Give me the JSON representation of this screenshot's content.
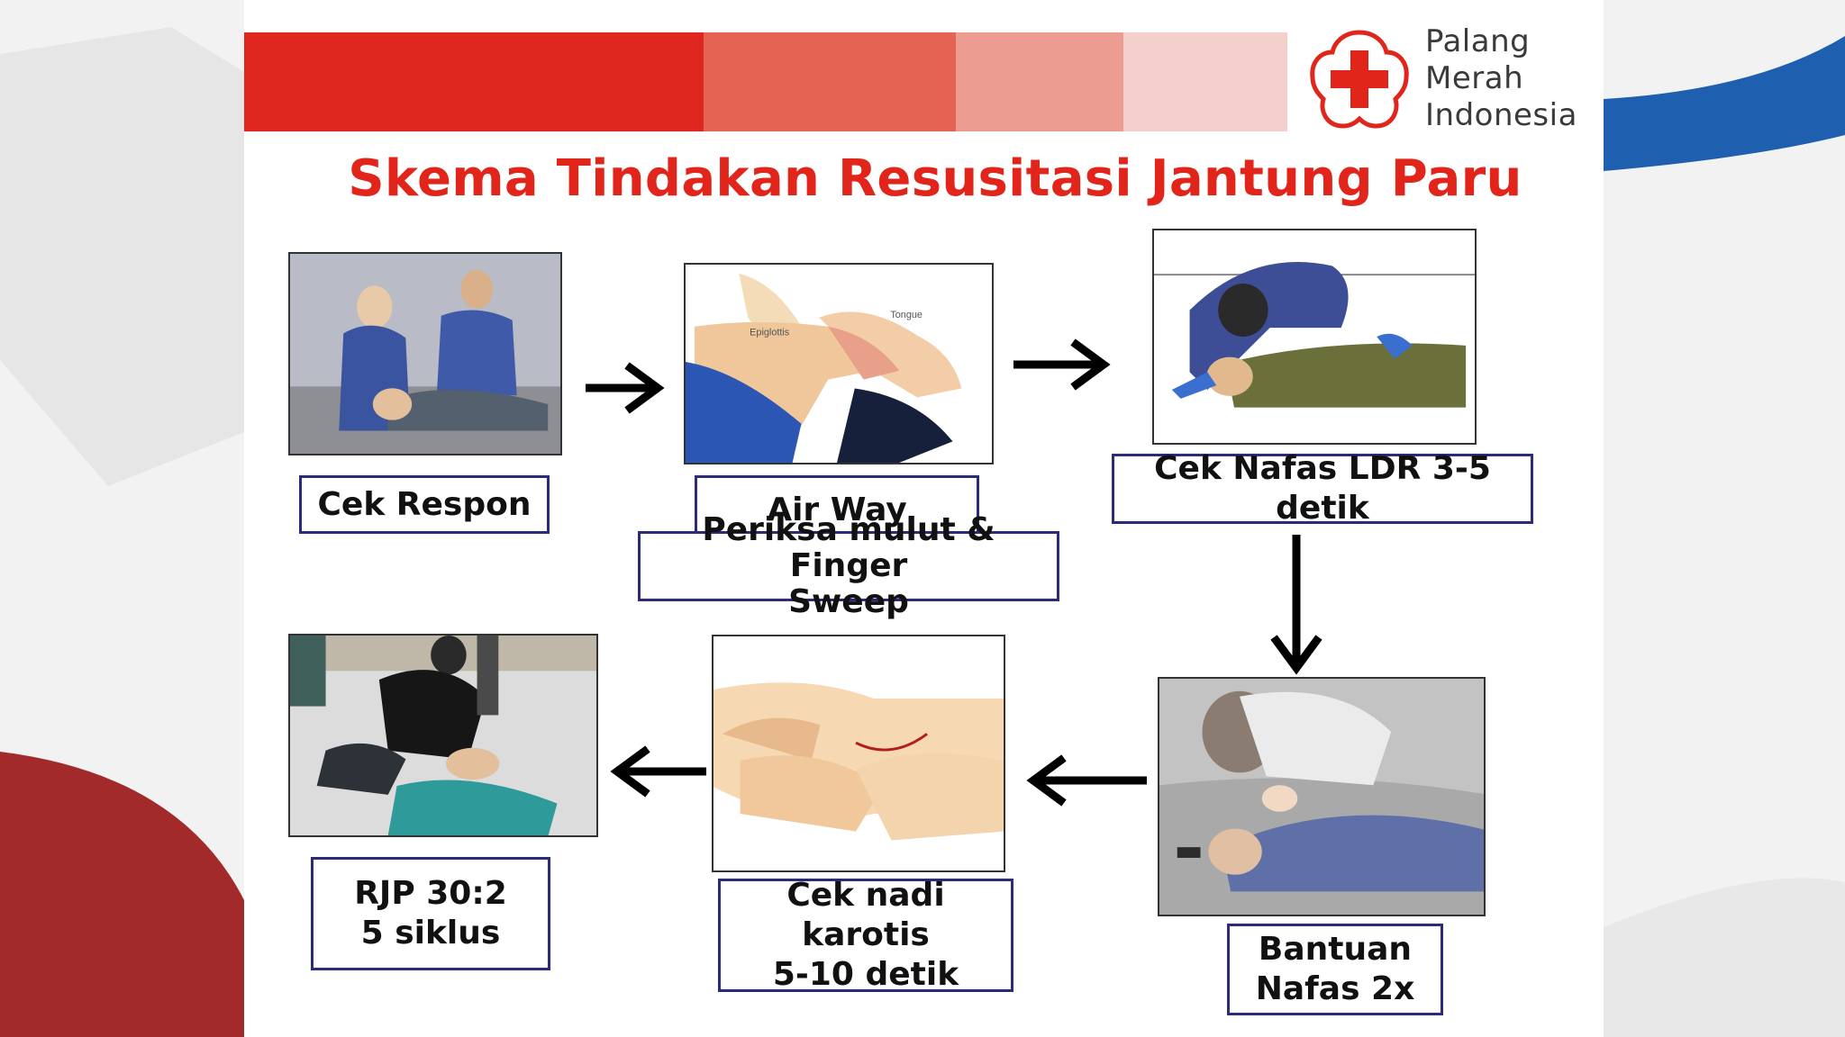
{
  "title": "Skema Tindakan Resusitasi Jantung Paru",
  "brand": {
    "name_line1": "Palang",
    "name_line2": "Merah",
    "name_line3": "Indonesia",
    "cross_color": "#e1251b",
    "header_band_colors": [
      "#e0271f",
      "#e56352",
      "#ed9c92",
      "#f5cfcb"
    ]
  },
  "colors": {
    "title": "#e1251b",
    "box_border": "#2b2b7a",
    "arrow": "#000000"
  },
  "steps": [
    {
      "label": "Cek Respon"
    },
    {
      "label": "Air Way control"
    },
    {
      "label": "Periksa mulut & Finger\nSweep"
    },
    {
      "label": "Cek Nafas LDR 3-5 detik"
    },
    {
      "label": "Bantuan\nNafas 2x"
    },
    {
      "label": "Cek nadi karotis\n5-10 detik"
    },
    {
      "label": "RJP 30:2\n5 siklus"
    }
  ],
  "illustration_labels": {
    "tongue": "Tongue",
    "epiglottis": "Epiglottis"
  }
}
